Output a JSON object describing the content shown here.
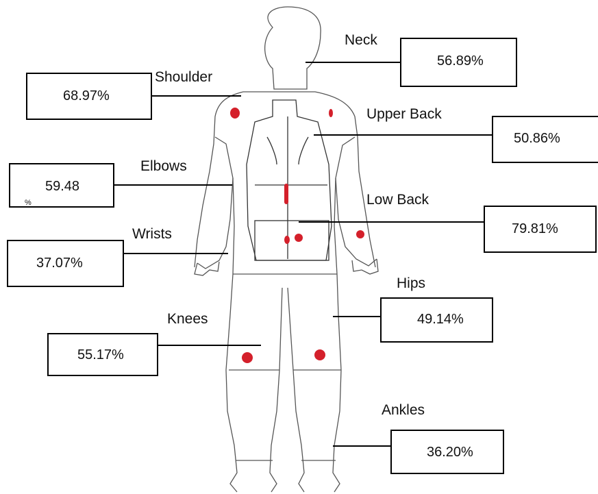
{
  "regions": [
    {
      "id": "neck",
      "label": "Neck",
      "value": "56.89%"
    },
    {
      "id": "shoulder",
      "label": "Shoulder",
      "value": "68.97%"
    },
    {
      "id": "upper_back",
      "label": "Upper Back",
      "value": "50.86%"
    },
    {
      "id": "elbows",
      "label": "Elbows",
      "value": "59.48",
      "value_suffix": "%"
    },
    {
      "id": "low_back",
      "label": "Low Back",
      "value": "79.81%"
    },
    {
      "id": "wrists",
      "label": "Wrists",
      "value": "37.07%"
    },
    {
      "id": "hips",
      "label": "Hips",
      "value": "49.14%"
    },
    {
      "id": "knees",
      "label": "Knees",
      "value": "55.17%"
    },
    {
      "id": "ankles",
      "label": "Ankles",
      "value": "36.20%"
    }
  ],
  "colors": {
    "pain_marker": "#d4202b",
    "outline": "#555555",
    "box_border": "#000000"
  }
}
